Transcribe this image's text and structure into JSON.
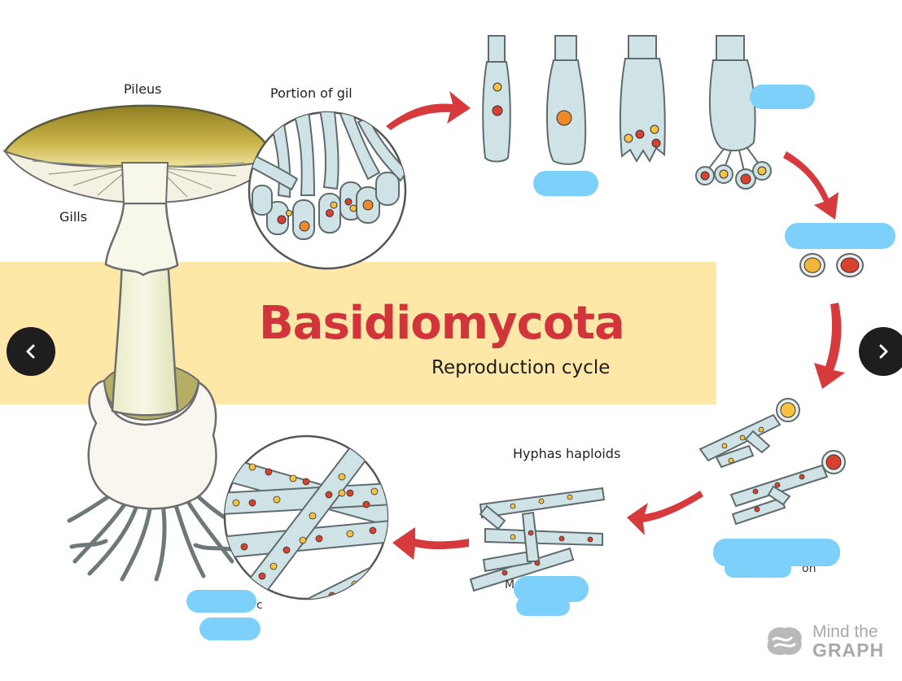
{
  "title": "Basidiomycota",
  "subtitle": "Reproduction cycle",
  "labels": {
    "pileus": "Pileus",
    "portion_of_gill": "Portion of gil",
    "gills": "Gills",
    "hyphas_haploids": "Hyphas haploids",
    "partial_c": "c",
    "partial_on": "on",
    "partial_m": "M"
  },
  "navigation": {
    "prev_icon": "chevron-left-icon",
    "next_icon": "chevron-right-icon"
  },
  "brand": {
    "line1": "Mind the",
    "line2": "GRAPH"
  },
  "colors": {
    "title": "#d2343b",
    "banner": "#fde8a8",
    "arrow": "#d63a3d",
    "mask": "#7dd0fa",
    "cell": "#cfe3e6",
    "nucleus_red": "#d9412f",
    "nucleus_yellow": "#f6c244",
    "nucleus_orange": "#ef8a2a"
  }
}
